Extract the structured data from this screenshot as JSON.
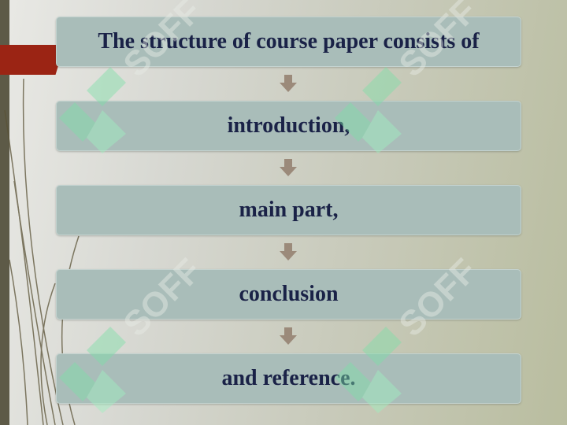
{
  "colors": {
    "box_fill": "#a9bdb9",
    "text": "#1a2247",
    "arrow": "#9b8a7a",
    "accent": "#9b2414",
    "left_bar": "#5d5a47"
  },
  "flow": {
    "steps": [
      "The structure of course paper consists of",
      "introduction,",
      "main part,",
      "conclusion",
      "and reference."
    ]
  },
  "watermark": {
    "text": "SOFF",
    "icon": "soff-logo-icon"
  }
}
